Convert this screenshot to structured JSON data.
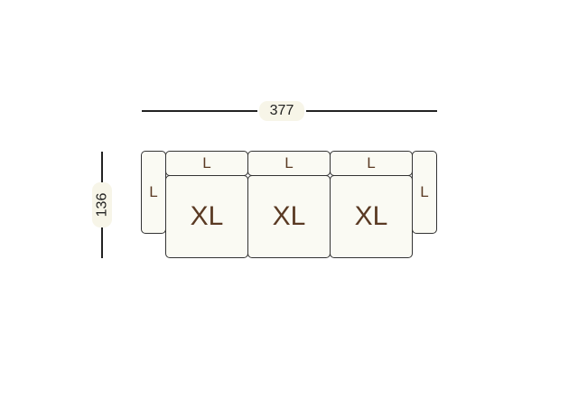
{
  "dimensions": {
    "width": "377",
    "depth": "136"
  },
  "pieces": {
    "arm_left": "L",
    "back_1": "L",
    "back_2": "L",
    "back_3": "L",
    "seat_1": "XL",
    "seat_2": "XL",
    "seat_3": "XL",
    "arm_right": "L"
  },
  "colors": {
    "piece_fill": "#fafaf3",
    "label_text": "#5a3a23",
    "outline": "#333333",
    "dimension_label_bg": "#f7f5e8"
  }
}
